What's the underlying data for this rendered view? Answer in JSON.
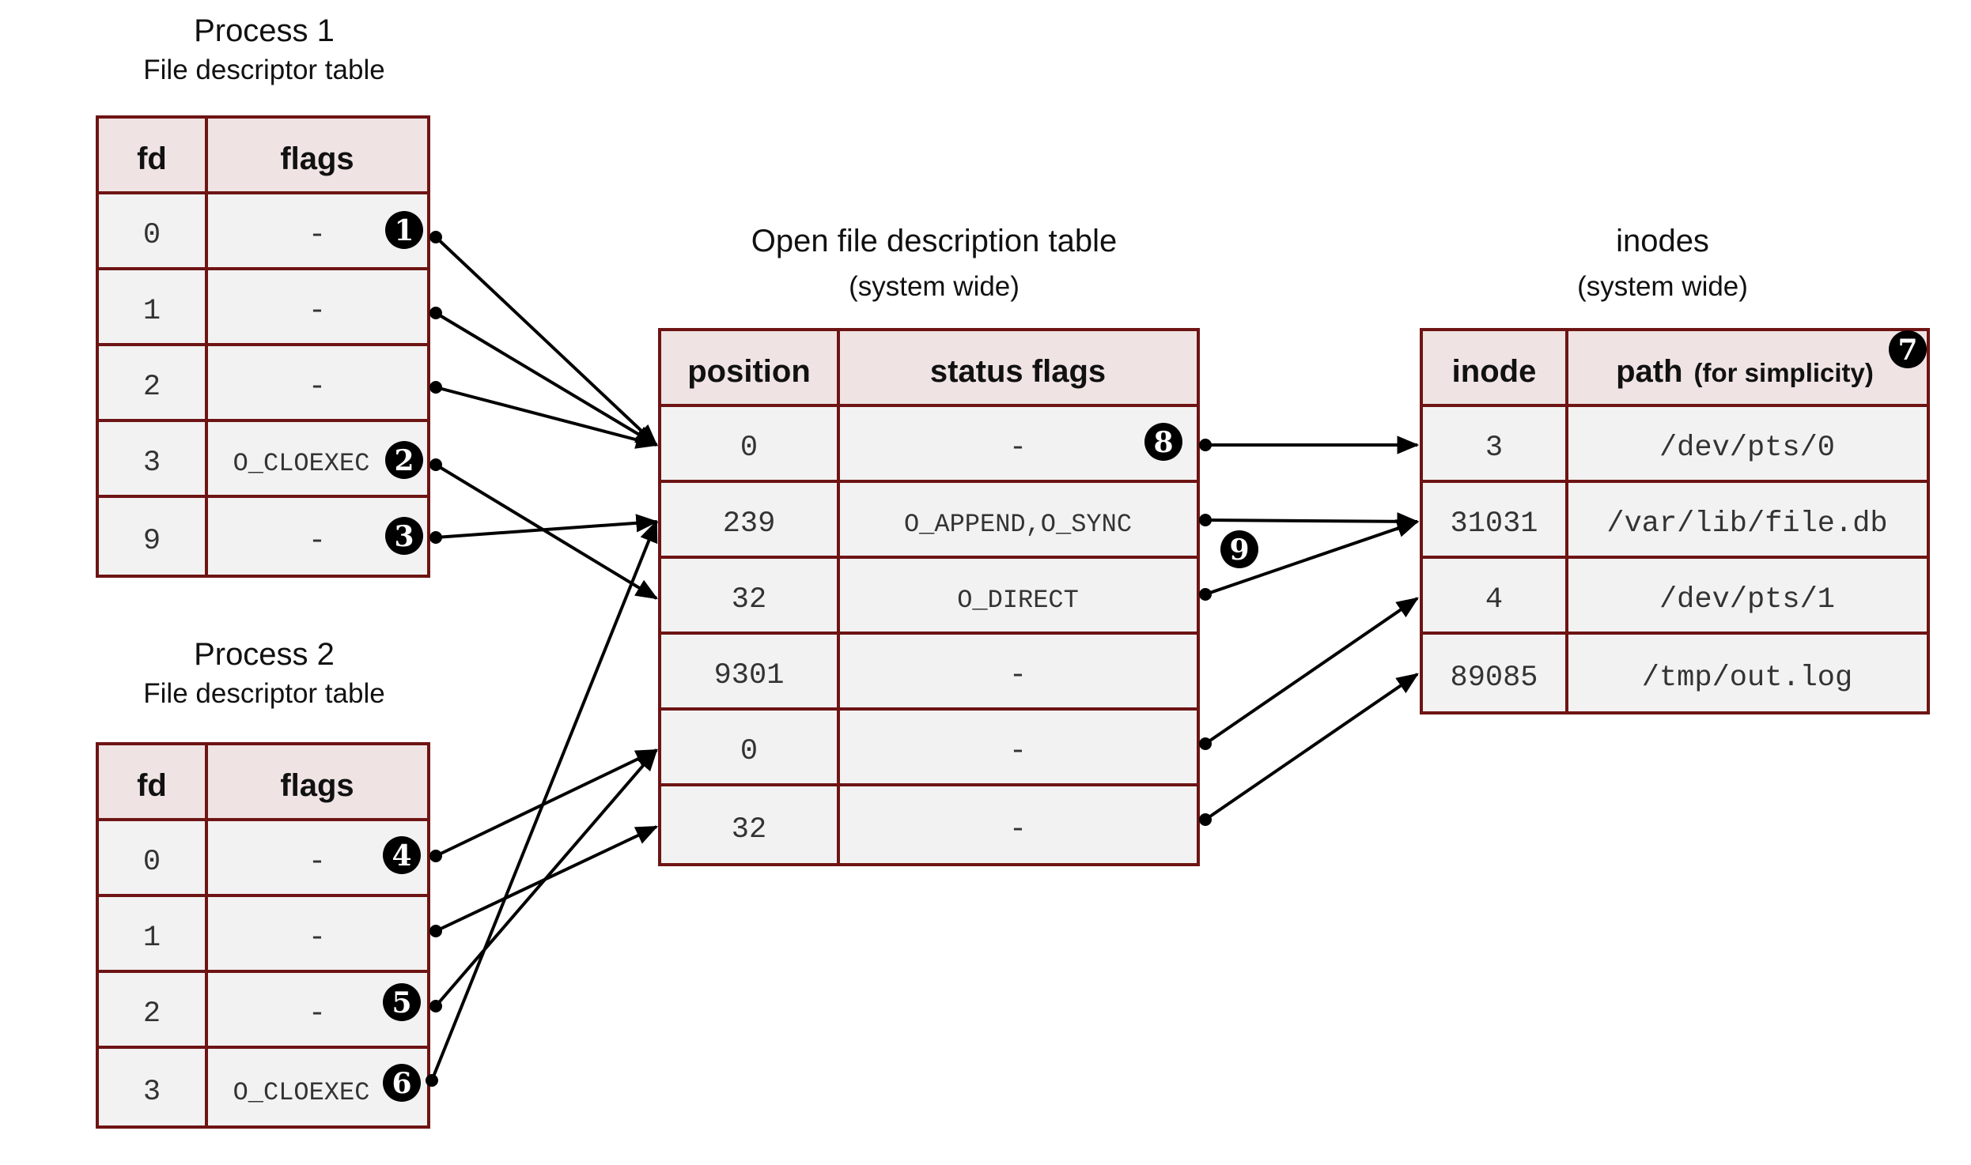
{
  "process1": {
    "title": "Process 1",
    "subtitle": "File descriptor table",
    "headers": [
      "fd",
      "flags"
    ],
    "rows": [
      {
        "fd": "0",
        "flags": "-"
      },
      {
        "fd": "1",
        "flags": "-"
      },
      {
        "fd": "2",
        "flags": "-"
      },
      {
        "fd": "3",
        "flags": "O_CLOEXEC"
      },
      {
        "fd": "9",
        "flags": "-"
      }
    ]
  },
  "process2": {
    "title": "Process 2",
    "subtitle": "File descriptor table",
    "headers": [
      "fd",
      "flags"
    ],
    "rows": [
      {
        "fd": "0",
        "flags": "-"
      },
      {
        "fd": "1",
        "flags": "-"
      },
      {
        "fd": "2",
        "flags": "-"
      },
      {
        "fd": "3",
        "flags": "O_CLOEXEC"
      }
    ]
  },
  "open_files": {
    "title": "Open file description table",
    "subtitle": "(system wide)",
    "headers": [
      "position",
      "status flags"
    ],
    "rows": [
      {
        "position": "0",
        "status": "-"
      },
      {
        "position": "239",
        "status": "O_APPEND,O_SYNC"
      },
      {
        "position": "32",
        "status": "O_DIRECT"
      },
      {
        "position": "9301",
        "status": "-"
      },
      {
        "position": "0",
        "status": "-"
      },
      {
        "position": "32",
        "status": "-"
      }
    ]
  },
  "inodes": {
    "title": "inodes",
    "subtitle": "(system wide)",
    "headers": [
      "inode",
      "path",
      "(for simplicity)"
    ],
    "rows": [
      {
        "inode": "3",
        "path": "/dev/pts/0"
      },
      {
        "inode": "31031",
        "path": "/var/lib/file.db"
      },
      {
        "inode": "4",
        "path": "/dev/pts/1"
      },
      {
        "inode": "89085",
        "path": "/tmp/out.log"
      }
    ]
  },
  "badges": [
    "1",
    "2",
    "3",
    "4",
    "5",
    "6",
    "7",
    "8",
    "9"
  ],
  "links": [
    {
      "from": "process1.fd0",
      "to": "open_files.row0"
    },
    {
      "from": "process1.fd1",
      "to": "open_files.row0"
    },
    {
      "from": "process1.fd2",
      "to": "open_files.row0"
    },
    {
      "from": "process1.fd3",
      "to": "open_files.row2"
    },
    {
      "from": "process1.fd9",
      "to": "open_files.row1"
    },
    {
      "from": "process2.fd0",
      "to": "open_files.row4"
    },
    {
      "from": "process2.fd1",
      "to": "open_files.row5"
    },
    {
      "from": "process2.fd2",
      "to": "open_files.row4"
    },
    {
      "from": "process2.fd3",
      "to": "open_files.row1"
    },
    {
      "from": "open_files.row0",
      "to": "inodes.row0"
    },
    {
      "from": "open_files.row1",
      "to": "inodes.row1"
    },
    {
      "from": "open_files.row2",
      "to": "inodes.row1"
    },
    {
      "from": "open_files.row4",
      "to": "inodes.row2"
    },
    {
      "from": "open_files.row5",
      "to": "inodes.row3"
    }
  ],
  "colors": {
    "border": "#6e1414",
    "header_fill": "#efe3e3",
    "cell_fill": "#f2f2f2",
    "edge": "#000000"
  }
}
